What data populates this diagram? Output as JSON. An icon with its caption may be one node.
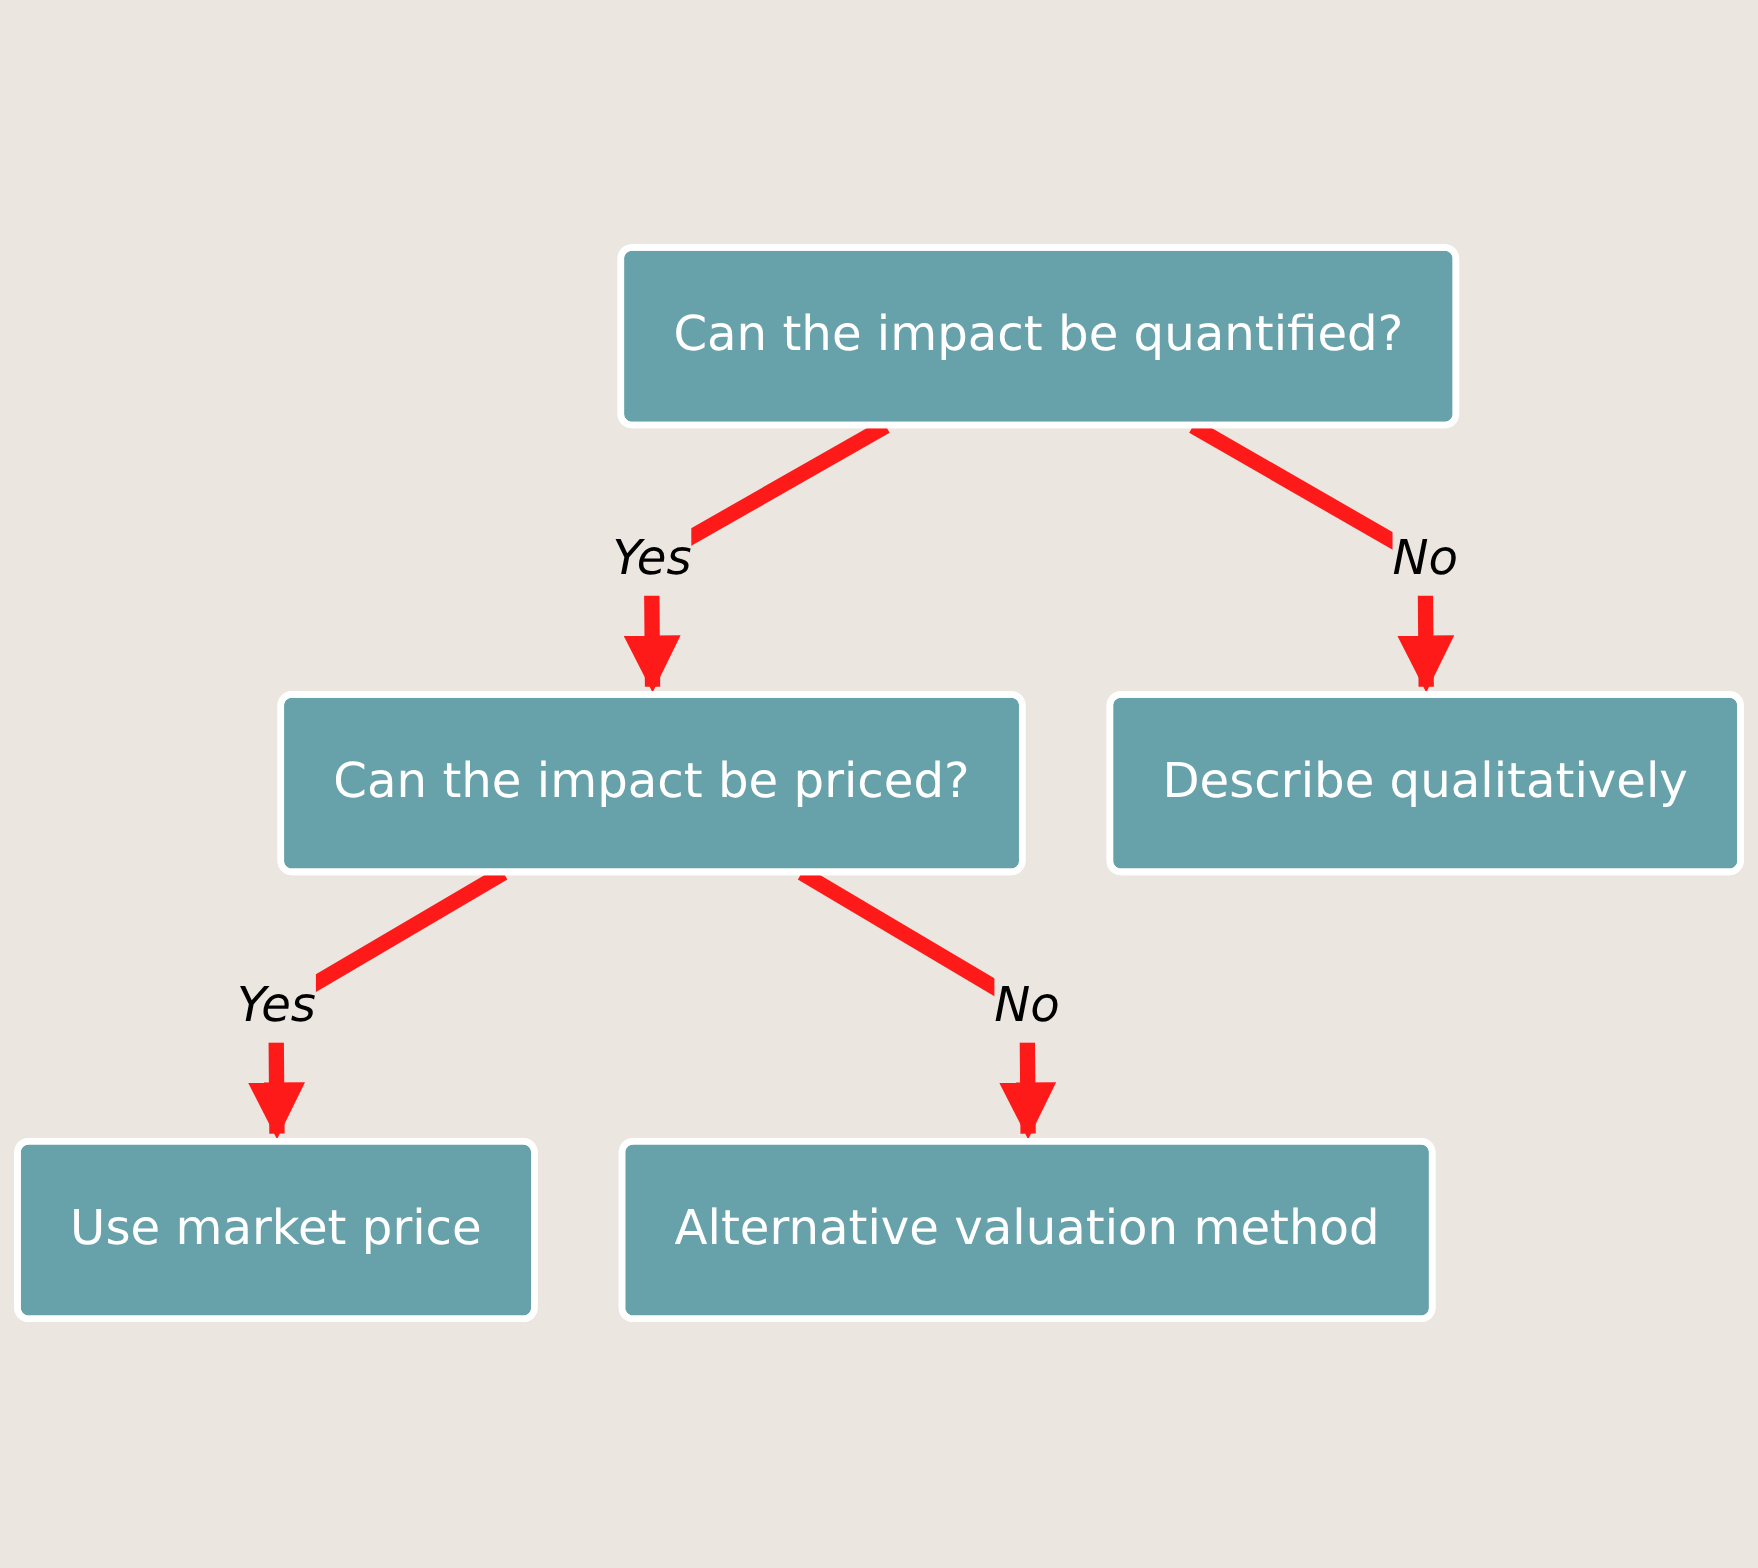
{
  "diagram": {
    "nodes": [
      {
        "text": [
          "Can the impact be quantified?"
        ]
      },
      {
        "text": [
          "Can the impact be priced?"
        ]
      },
      {
        "text": [
          "Use market price"
        ]
      },
      {
        "text": [
          "Alternative valuation method"
        ]
      },
      {
        "text": [
          "Describe qualitatively"
        ]
      }
    ],
    "edges": [
      {
        "from": 0,
        "to": 1,
        "arrow": "to",
        "label": "Yes"
      },
      {
        "from": 0,
        "to": 4,
        "arrow": "to",
        "label": "No"
      },
      {
        "from": 1,
        "to": 2,
        "arrow": "to",
        "label": "Yes"
      },
      {
        "from": 1,
        "to": 3,
        "arrow": "to",
        "label": "No"
      }
    ]
  }
}
